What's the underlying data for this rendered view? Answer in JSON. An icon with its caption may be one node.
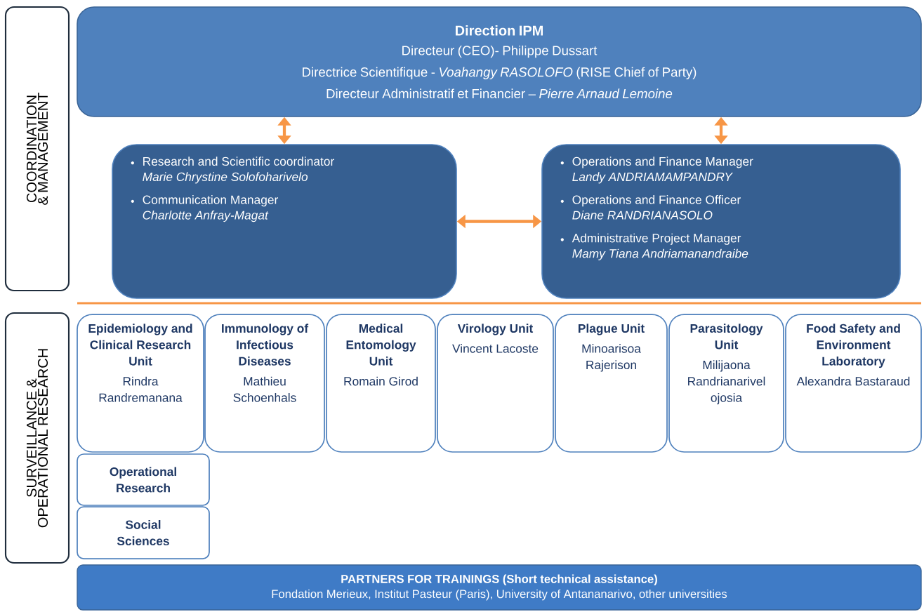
{
  "diagram": {
    "nodes": [
      {
        "text": [
          "COORDINATION & MANAGEMENT"
        ]
      },
      {
        "text": [
          "Direction IPM",
          "Directeur (CEO)- Philippe Dussart",
          "Directrice Scientifique - *Voahangy RASOLOFO* (RISE Chief of Party)",
          "Directeur Administratif et Financier – *Pierre Arnaud Lemoine*"
        ]
      },
      {
        "text": [
          "Research and Scientific coordinator",
          "Marie Chrystine Solofoharivelo",
          "Communication Manager",
          "Charlotte Anfray-Magat"
        ]
      },
      {
        "text": [
          "Operations and Finance Manager",
          "Landy ANDRIAMAMPANDRY",
          "Operations and Finance Officer",
          "Diane RANDRIANASOLO",
          "Administrative Project Manager",
          "Mamy Tiana Andriamanandraibe"
        ]
      },
      {
        "text": [
          "SURVEILLANCE & OPERATIONAL RESEARCH"
        ]
      },
      {
        "text": [
          "Epidemiology and Clinical Research Unit",
          "Rindra Randremanana"
        ]
      },
      {
        "text": [
          "Immunology of Infectious Diseases",
          "Mathieu Schoenhals"
        ]
      },
      {
        "text": [
          "Medical Entomology Unit",
          "Romain Girod"
        ]
      },
      {
        "text": [
          "Virology Unit",
          "Vincent Lacoste"
        ]
      },
      {
        "text": [
          "Plague Unit",
          "Minoarisoa Rajerison"
        ]
      },
      {
        "text": [
          "Parasitology Unit",
          "Milijaona Randrianarivel ojosia"
        ]
      },
      {
        "text": [
          "Food Safety and Environment Laboratory",
          "Alexandra Bastaraud"
        ]
      },
      {
        "text": [
          "Operational Research"
        ]
      },
      {
        "text": [
          "Social Sciences"
        ]
      },
      {
        "text": [
          "PARTNERS FOR TRAININGS (Short technical assistance)",
          "Fondation Merieux, Institut Pasteur (Paris), University of Antananarivo, other universities"
        ]
      }
    ],
    "edges": [
      {
        "from": 1,
        "to": 2,
        "arrow": "both"
      },
      {
        "from": 1,
        "to": 3,
        "arrow": "both"
      },
      {
        "from": 2,
        "to": 3,
        "arrow": "both"
      }
    ]
  }
}
